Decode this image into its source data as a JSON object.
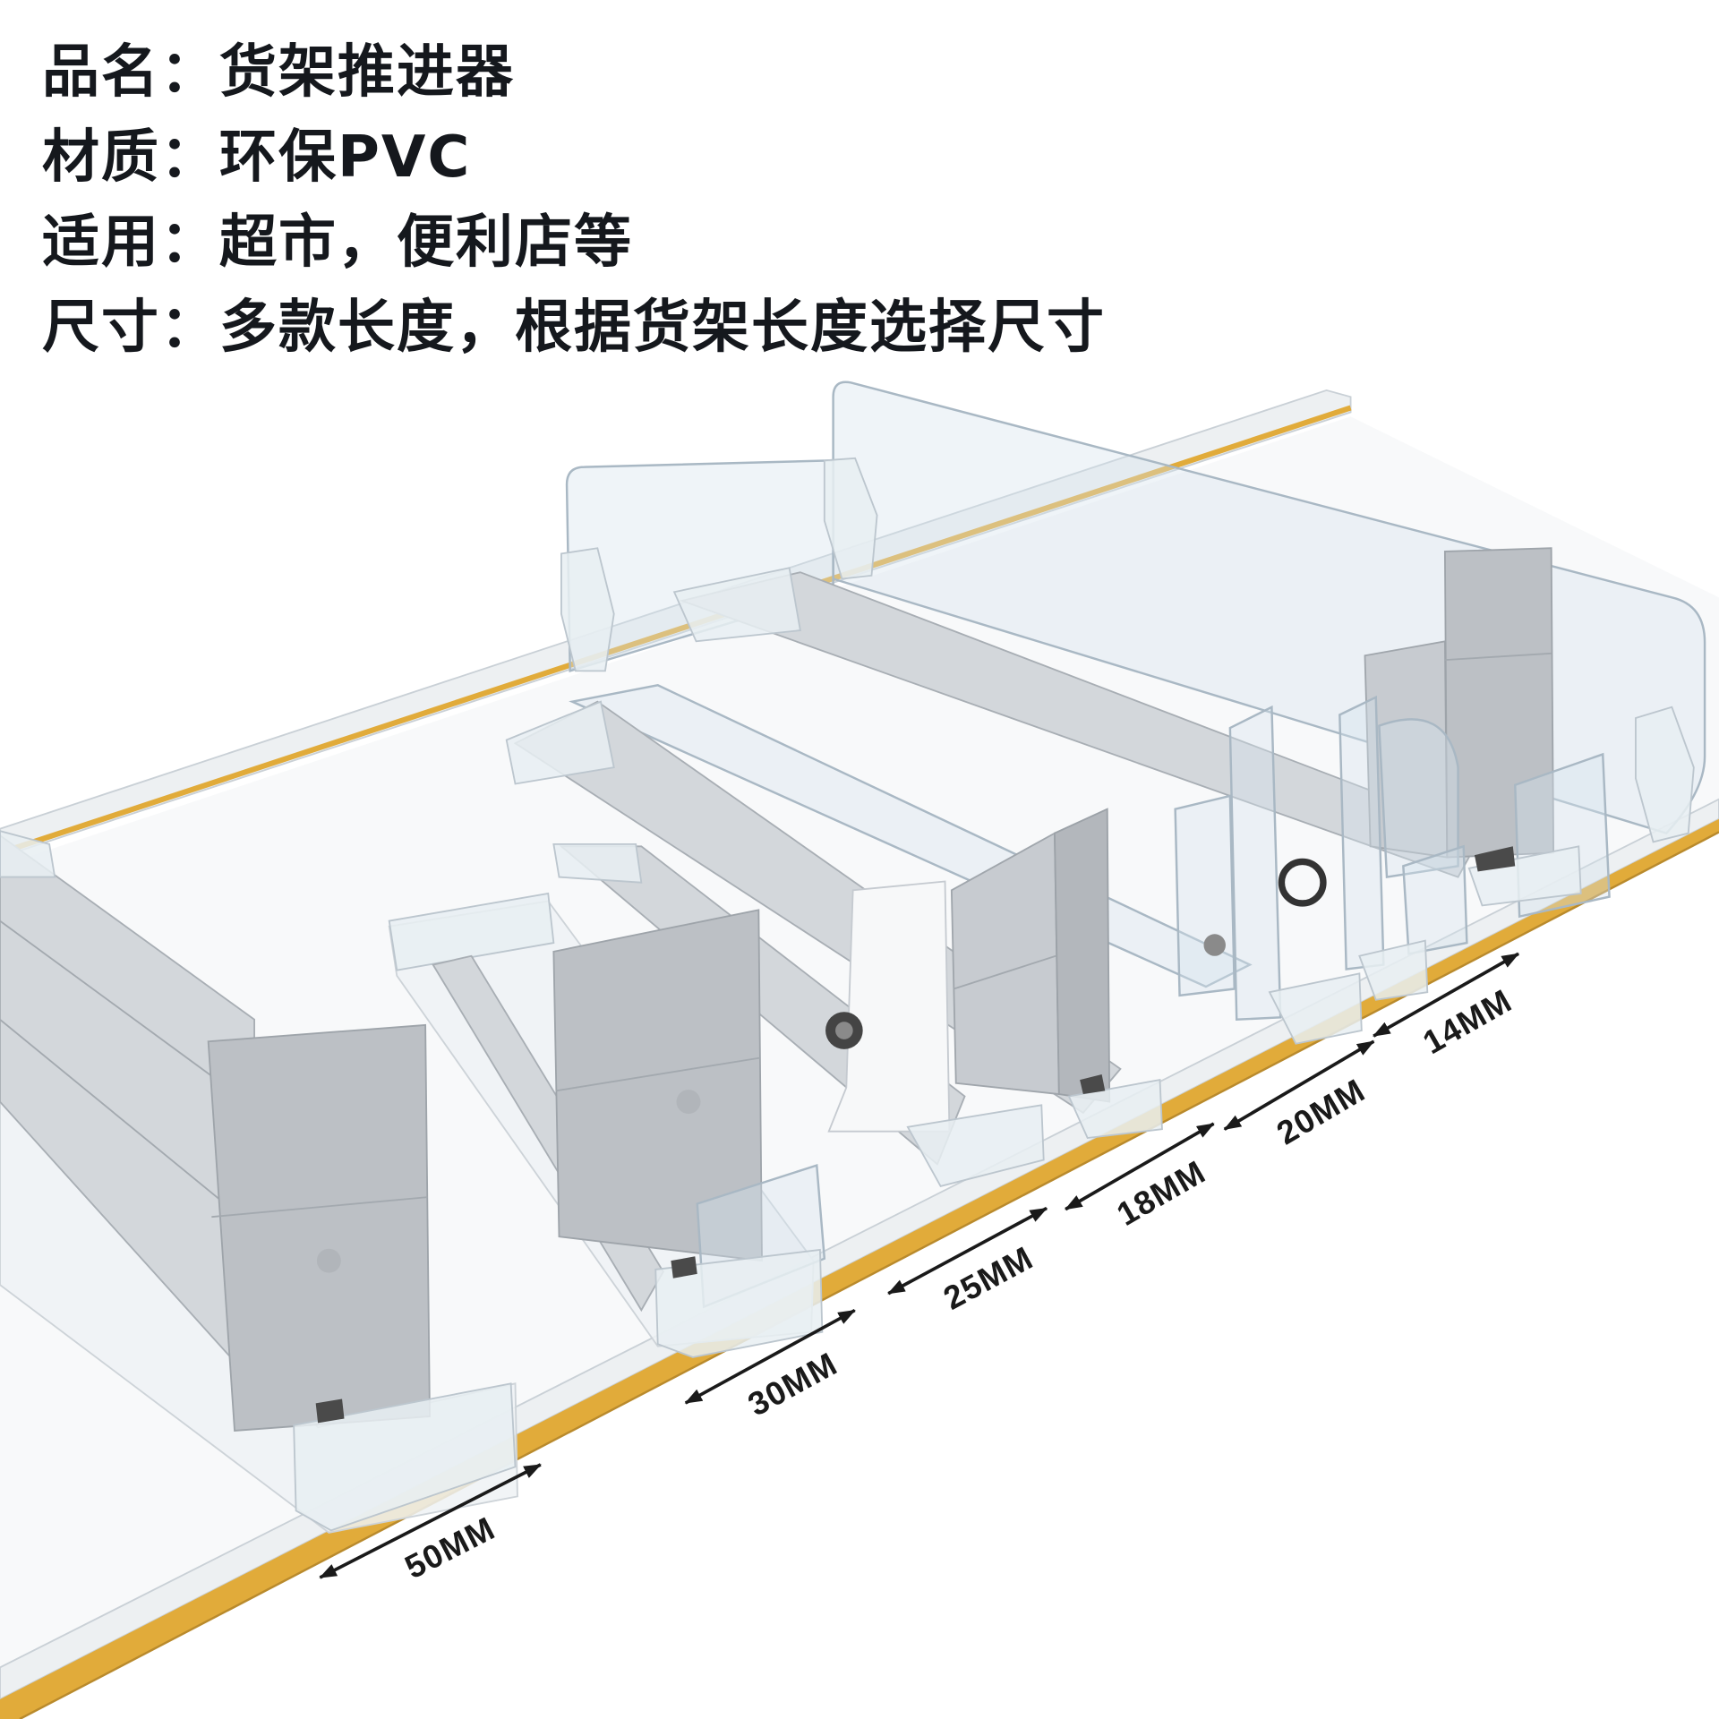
{
  "specs": [
    {
      "label": "品名：",
      "value": "货架推进器"
    },
    {
      "label": "材质：",
      "value": "环保PVC"
    },
    {
      "label": "适用：",
      "value": "超市，便利店等"
    },
    {
      "label": "尺寸：",
      "value": "多款长度，根据货架长度选择尺寸"
    }
  ],
  "dimensions": [
    "50MM",
    "30MM",
    "25MM",
    "18MM",
    "20MM",
    "14MM"
  ],
  "colors": {
    "text": "#15181d",
    "rail": "#e1ab3a",
    "pusher": "#bcc0c5",
    "divider": "#a9b8c4"
  }
}
